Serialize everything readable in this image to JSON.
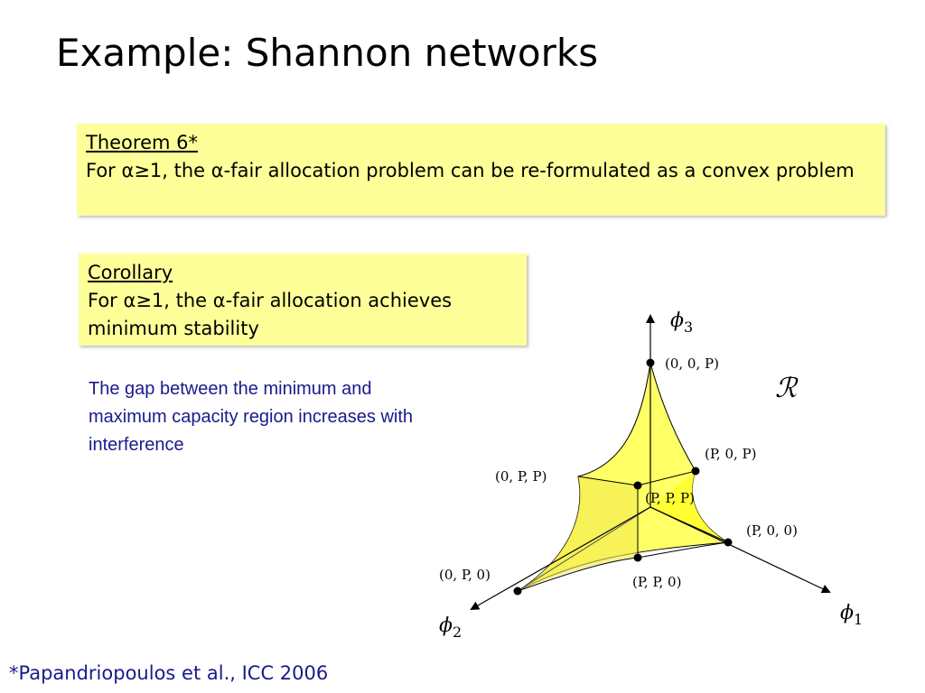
{
  "slide": {
    "title": "Example: Shannon networks",
    "theorem": {
      "heading": "Theorem 6*",
      "body": "For α≥1, the α-fair allocation problem can be re-formulated as a convex problem"
    },
    "corollary": {
      "heading": "Corollary",
      "body": "For α≥1, the α-fair allocation achieves minimum stability"
    },
    "note": "The gap between the minimum and maximum capacity region increases with interference",
    "footnote": "*Papandriopoulos et al., ICC 2006"
  },
  "diagram": {
    "region_label": "ℛ",
    "axes": {
      "phi1": "ϕ",
      "phi1_sub": "1",
      "phi2": "ϕ",
      "phi2_sub": "2",
      "phi3": "ϕ",
      "phi3_sub": "3"
    },
    "points": {
      "p00P": "(0, 0, P)",
      "pP0P": "(P, 0, P)",
      "p0PP": "(0, P, P)",
      "pPPP": "(P, P, P)",
      "pP00": "(P, 0, 0)",
      "p0P0": "(0, P, 0)",
      "pPP0": "(P, P, 0)"
    },
    "colors": {
      "fill": "#ffff66",
      "fill_light": "#ffff99",
      "stroke": "#000000"
    }
  }
}
